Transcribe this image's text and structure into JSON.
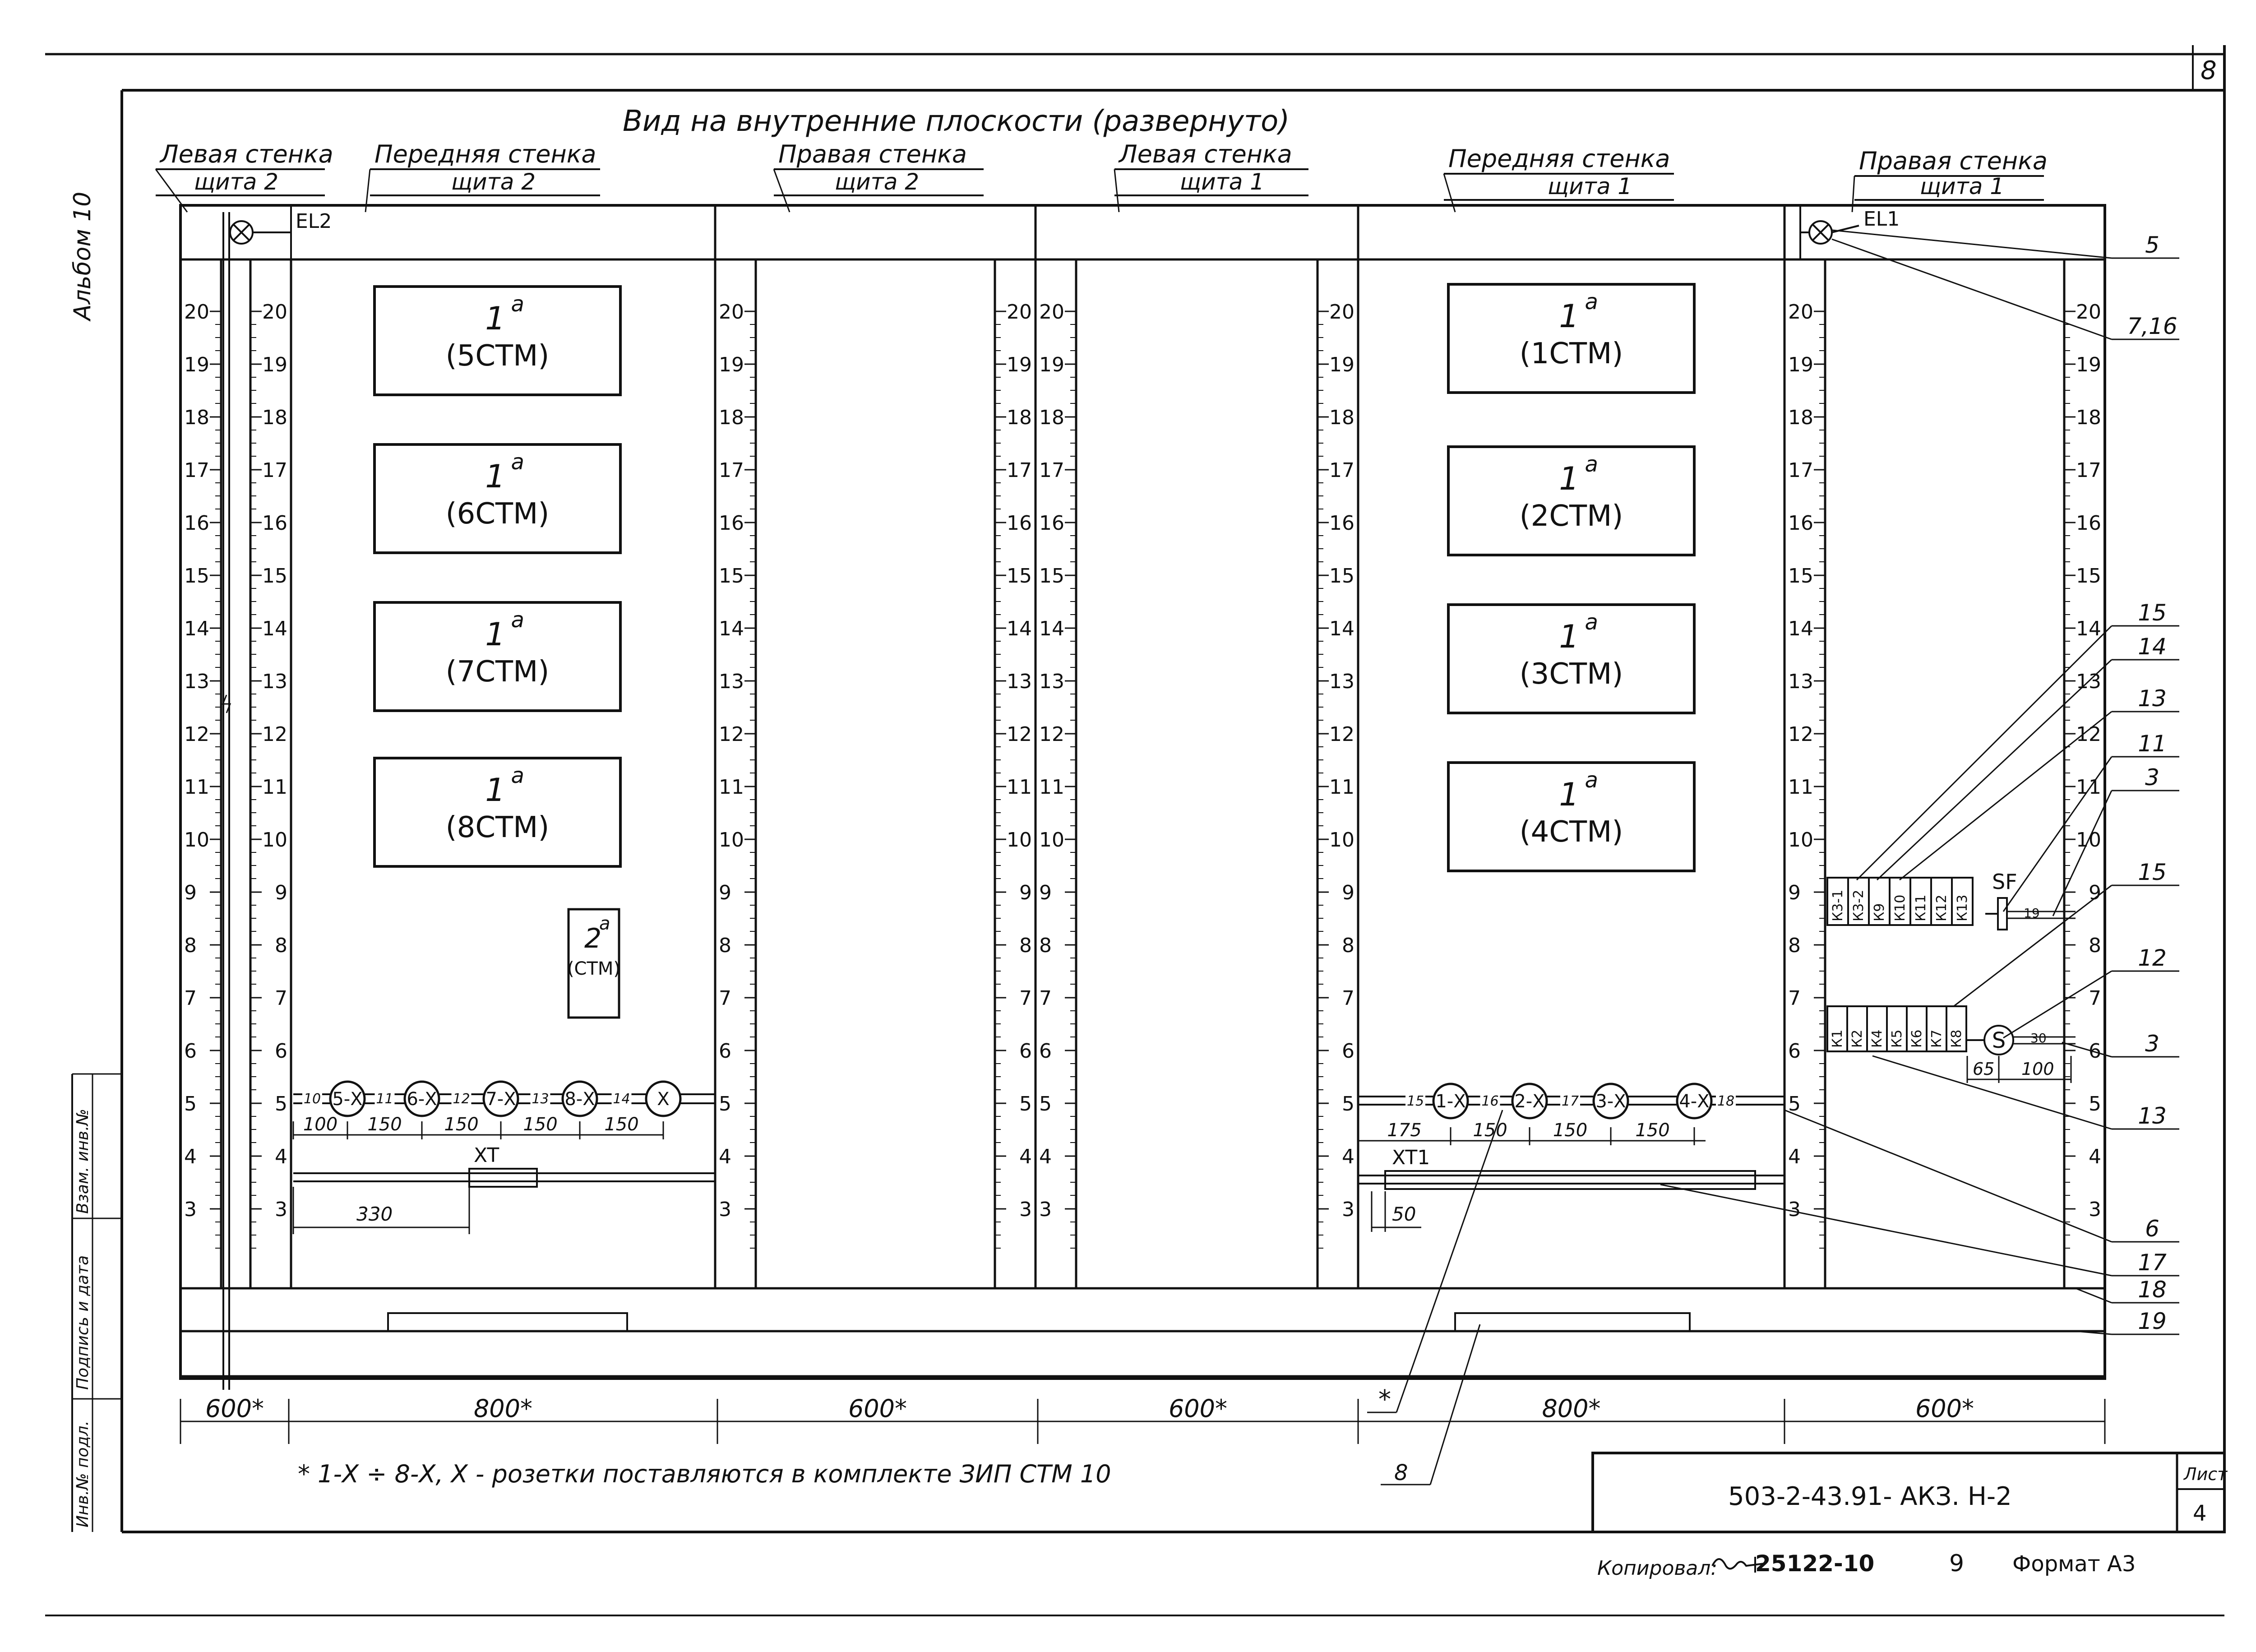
{
  "title": "Вид на внутренние плоскости (развернуто)",
  "sheet_corner": "8",
  "album": "Альбом 10",
  "panels": [
    {
      "line1": "Левая стенка",
      "line2": "щита 2"
    },
    {
      "line1": "Передняя стенка",
      "line2": "щита 2"
    },
    {
      "line1": "Правая стенка",
      "line2": "щита 2"
    },
    {
      "line1": "Левая стенка",
      "line2": "щита 1"
    },
    {
      "line1": "Передняя стенка",
      "line2": "щита 1"
    },
    {
      "line1": "Правая стенка",
      "line2": "щита 1"
    }
  ],
  "lamp_labels": [
    "EL2",
    "EL1"
  ],
  "rail_numbers": [
    "20",
    "19",
    "18",
    "17",
    "16",
    "15",
    "14",
    "13",
    "12",
    "11",
    "10",
    "9",
    "8",
    "7",
    "6",
    "5",
    "4",
    "3"
  ],
  "blocks_panel2": [
    {
      "top": "1",
      "sup": "a",
      "bottom": "(5СТМ)"
    },
    {
      "top": "1",
      "sup": "a",
      "bottom": "(6СТМ)"
    },
    {
      "top": "1",
      "sup": "a",
      "bottom": "(7СТМ)"
    },
    {
      "top": "1",
      "sup": "a",
      "bottom": "(8СТМ)"
    }
  ],
  "blocks_panel1": [
    {
      "top": "1",
      "sup": "a",
      "bottom": "(1СТМ)"
    },
    {
      "top": "1",
      "sup": "a",
      "bottom": "(2СТМ)"
    },
    {
      "top": "1",
      "sup": "a",
      "bottom": "(3СТМ)"
    },
    {
      "top": "1",
      "sup": "a",
      "bottom": "(4СТМ)"
    }
  ],
  "small_block": {
    "top": "2",
    "sup": "a",
    "bottom": "(СТМ)"
  },
  "sockets_panel2": [
    "5-Х",
    "6-Х",
    "7-Х",
    "8-Х",
    "Х"
  ],
  "sockets_panel2_terms": [
    "10",
    "11",
    "12",
    "13",
    "14"
  ],
  "sockets_panel1": [
    "1-Х",
    "2-Х",
    "3-Х",
    "4-Х"
  ],
  "sockets_panel1_terms": [
    "15",
    "16",
    "17",
    "18"
  ],
  "dims_panel2": [
    "100",
    "150",
    "150",
    "150",
    "150"
  ],
  "dims_panel1": [
    "175",
    "150",
    "150",
    "150"
  ],
  "terminal_blocks": [
    "XT",
    "XT1"
  ],
  "terminal_dims": [
    "330",
    "50"
  ],
  "relays_top": [
    "К3-1",
    "К3-2",
    "К9",
    "К10",
    "К11",
    "К12",
    "К13"
  ],
  "relays_bottom": [
    "К1",
    "К2",
    "К4",
    "К5",
    "К6",
    "К7",
    "К8"
  ],
  "switch_sf": {
    "label": "SF",
    "term": "19"
  },
  "switch_s": {
    "label": "S",
    "term": "30",
    "dims": [
      "65",
      "100"
    ]
  },
  "callouts_right": [
    "5",
    "7,16",
    "15",
    "14",
    "13",
    "11",
    "3",
    "15",
    "12",
    "3",
    "13",
    "6",
    "17",
    "18",
    "19"
  ],
  "star_marker": "*",
  "callout_bottom": "8",
  "bottom_dims": [
    "600*",
    "800*",
    "600*",
    "600*",
    "800*",
    "600*"
  ],
  "footnote": "* 1-Х ÷ 8-Х, Х - розетки поставляются в комплекте ЗИП СТМ 10",
  "stamp": {
    "designation": "503-2-43.91- АКЗ. Н-2",
    "sheet_label": "Лист",
    "sheet_no": "4",
    "side": [
      "Инв.№ подл.",
      "Подпись и дата",
      "Взам. инв.№"
    ]
  },
  "copy_line": {
    "copied": "Копировал:",
    "order": "25122-10",
    "num": "9",
    "format": "Формат А3"
  }
}
